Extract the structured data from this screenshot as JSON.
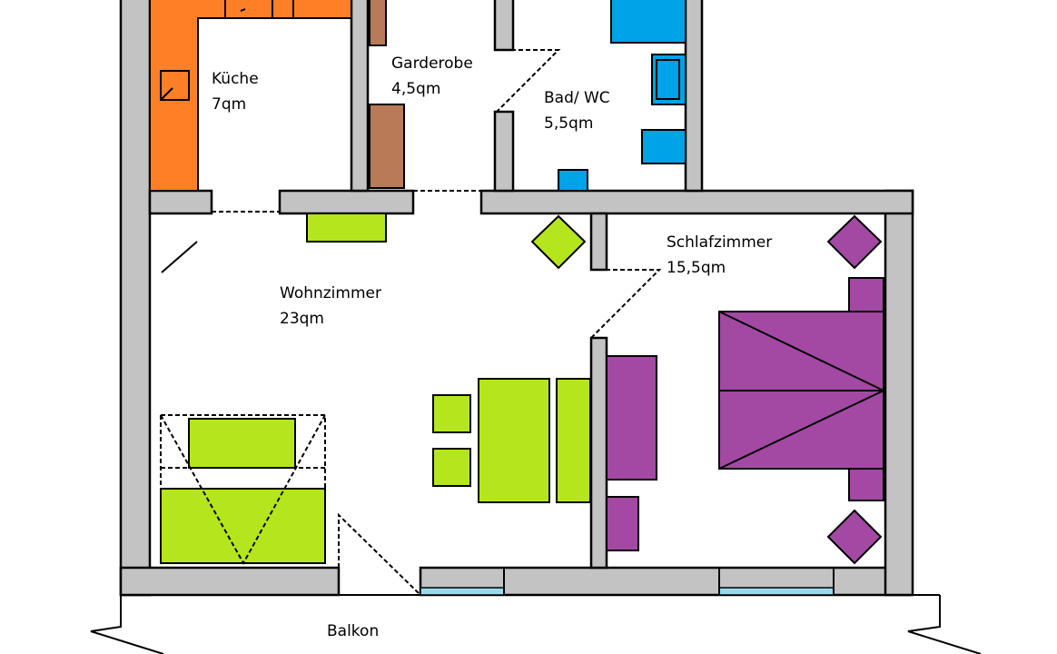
{
  "rooms": {
    "kueche": {
      "name": "Küche",
      "area": "7qm"
    },
    "garderobe": {
      "name": "Garderobe",
      "area": "4,5qm"
    },
    "bad": {
      "name": "Bad/ WC",
      "area": "5,5qm"
    },
    "wohnzimmer": {
      "name": "Wohnzimmer",
      "area": "23qm"
    },
    "schlafzimmer": {
      "name": "Schlafzimmer",
      "area": "15,5qm"
    },
    "balkon": {
      "name": "Balkon"
    }
  },
  "colors": {
    "kitchen": "#ff7f27",
    "wardrobe": "#b97a57",
    "bathroom": "#00a2e8",
    "living": "#b5e61d",
    "bedroom": "#a349a4",
    "wall": "#c3c3c3",
    "window": "#99d9ea"
  }
}
